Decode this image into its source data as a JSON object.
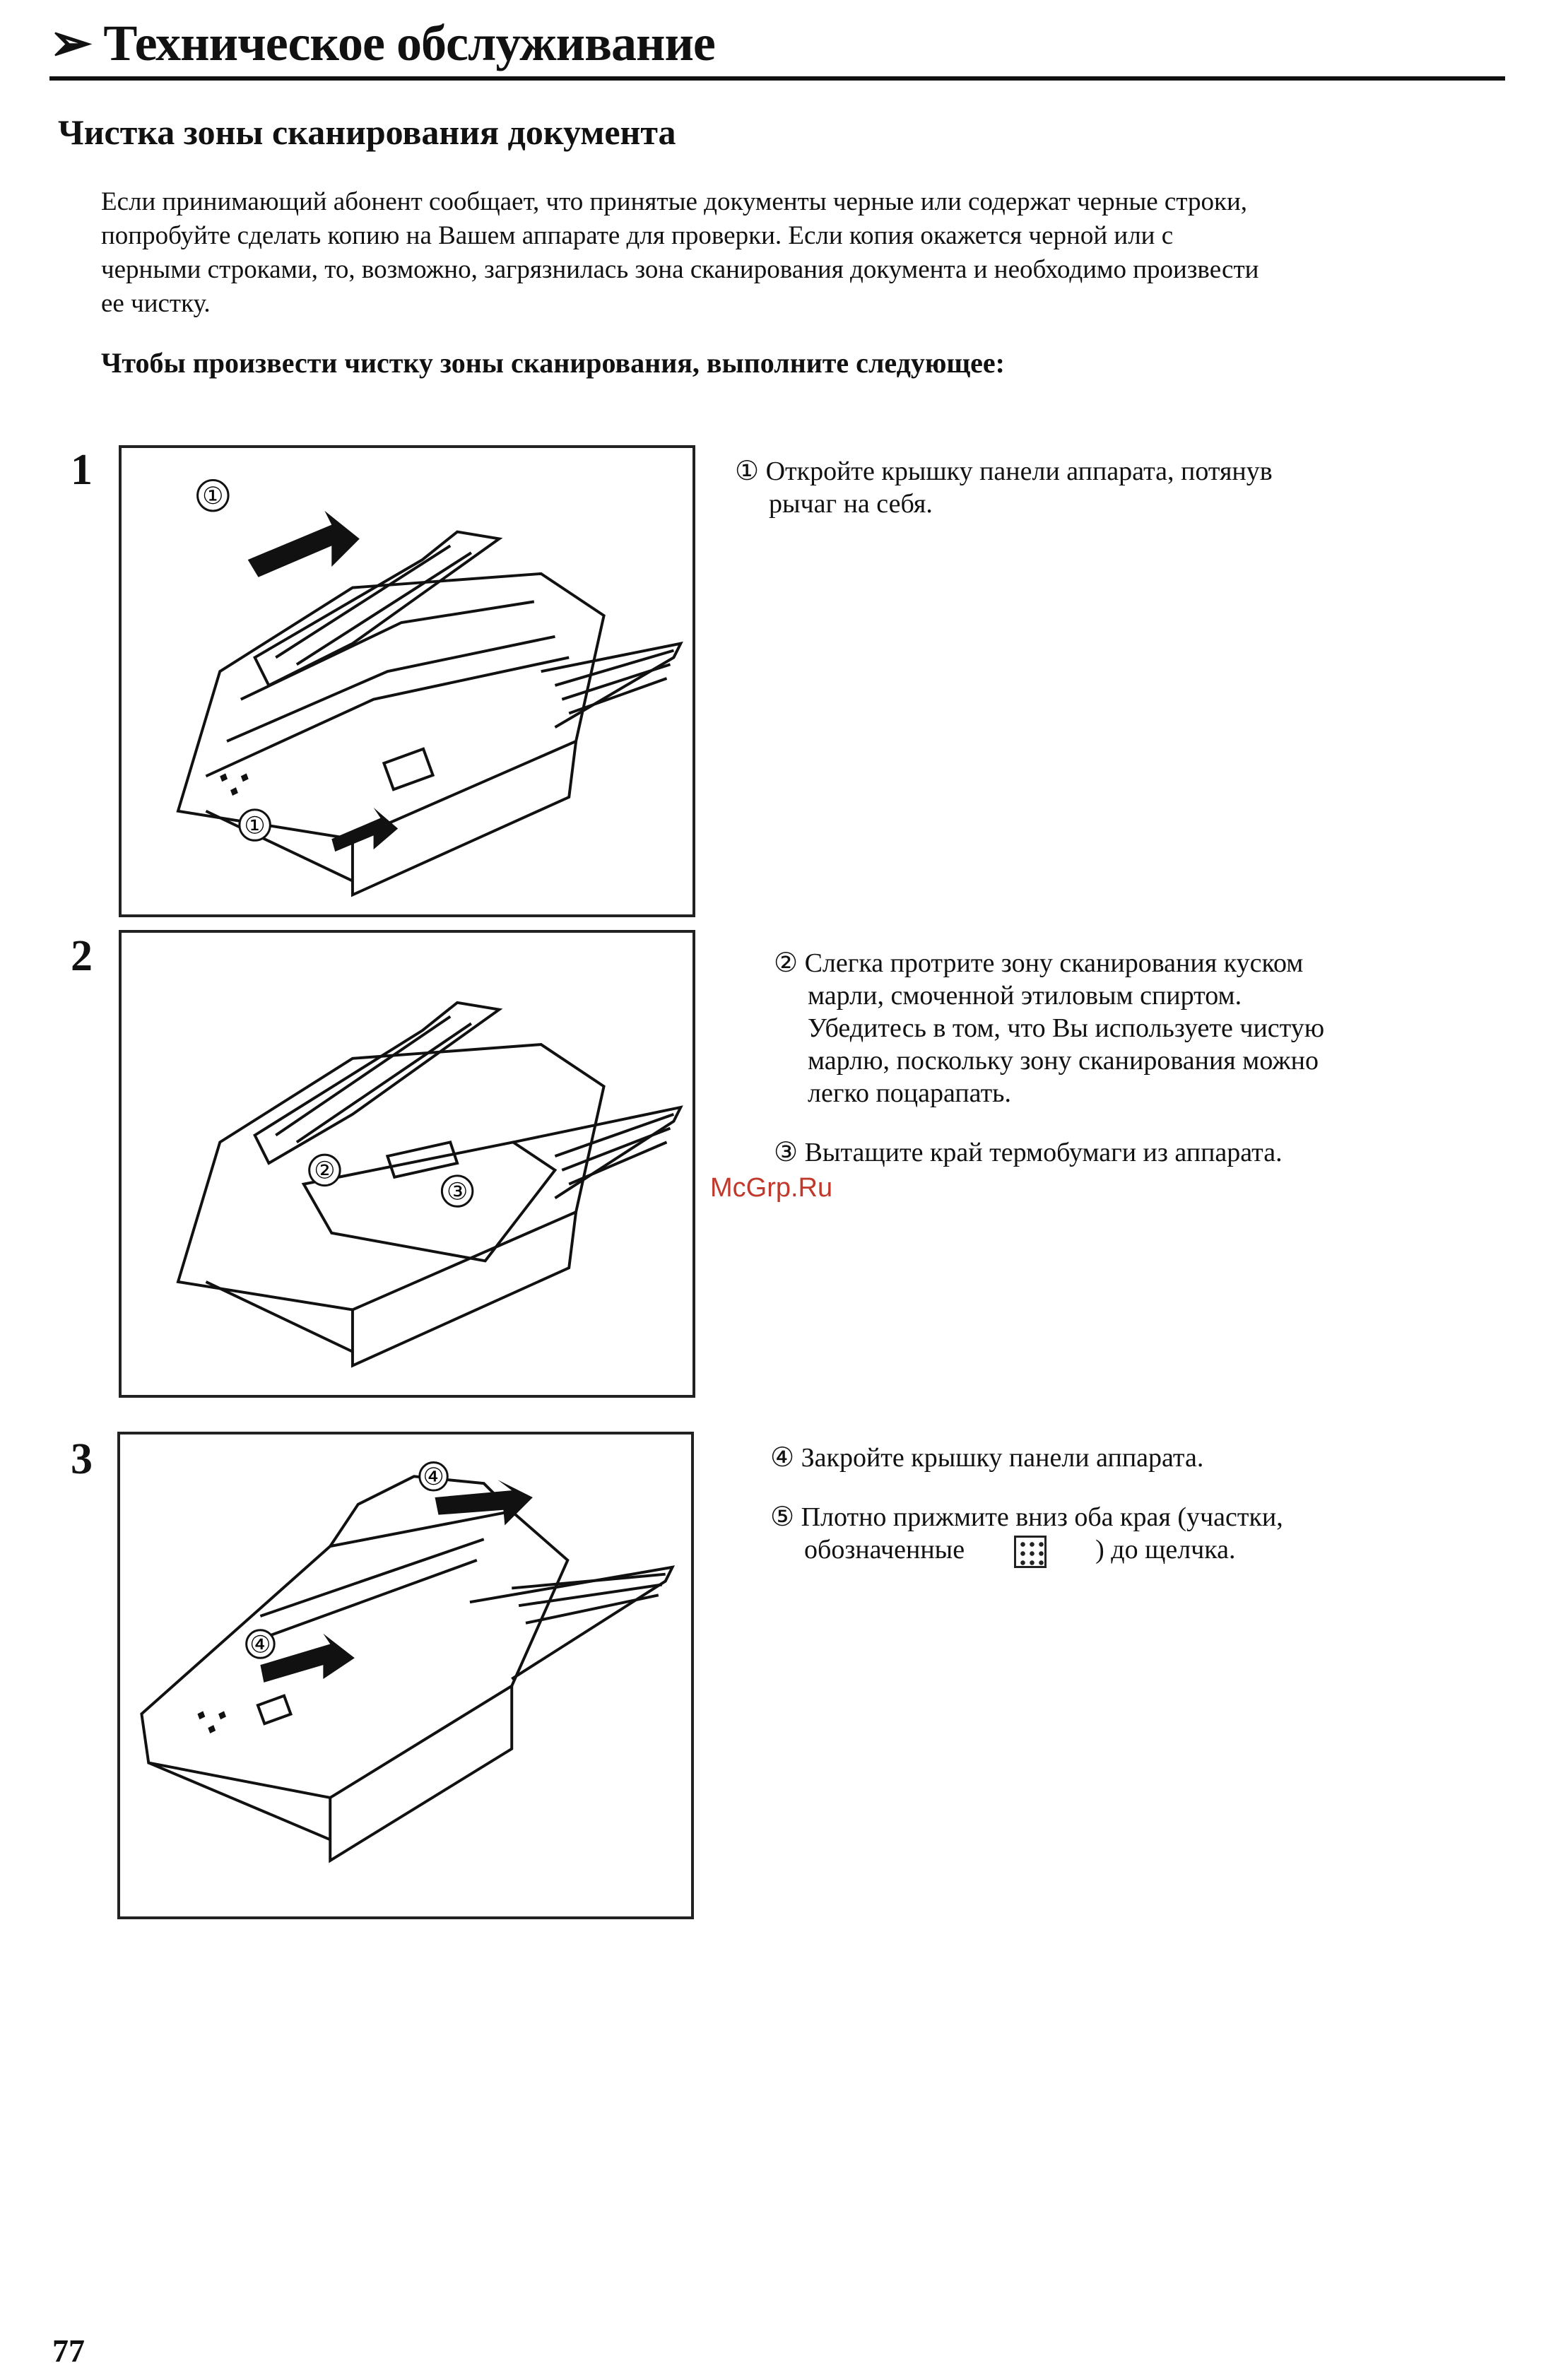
{
  "header": {
    "title": "➢ Техническое обслуживание"
  },
  "section": {
    "title": "Чистка зоны сканирования документа"
  },
  "intro": {
    "lines": [
      "Если принимающий абонент сообщает, что принятые документы черные или содержат черные строки,",
      "попробуйте сделать копию на Вашем аппарате для проверки. Если копия окажется черной или с",
      "черными строками, то, возможно, загрязнилась зона сканирования документа и необходимо произвести",
      "ее чистку."
    ]
  },
  "instruction": "Чтобы произвести чистку зоны сканирования, выполните следующее:",
  "steps": [
    {
      "number": "1",
      "figure_markers": [
        "①",
        "①"
      ],
      "items": [
        {
          "marker": "①",
          "lines": [
            "Откройте крышку панели аппарата, потянув",
            "рычаг на себя."
          ]
        }
      ]
    },
    {
      "number": "2",
      "figure_markers": [
        "②",
        "③"
      ],
      "items": [
        {
          "marker": "②",
          "lines": [
            "Слегка протрите зону сканирования куском",
            "марли, смоченной этиловым спиртом.",
            "Убедитесь в том, что Вы используете чистую",
            "марлю, поскольку зону сканирования можно",
            "легко поцарапать."
          ]
        },
        {
          "marker": "③",
          "lines": [
            "Вытащите край термобумаги из аппарата."
          ]
        }
      ]
    },
    {
      "number": "3",
      "figure_markers": [
        "④",
        "④"
      ],
      "items": [
        {
          "marker": "④",
          "lines": [
            "Закройте крышку панели аппарата."
          ]
        },
        {
          "marker": "⑤",
          "line1": "Плотно прижмите вниз оба края (участки,",
          "line2_before": "обозначенные",
          "line2_after": ") до щелчка."
        }
      ]
    }
  ],
  "watermark": "McGrp.Ru",
  "page_number": "77"
}
